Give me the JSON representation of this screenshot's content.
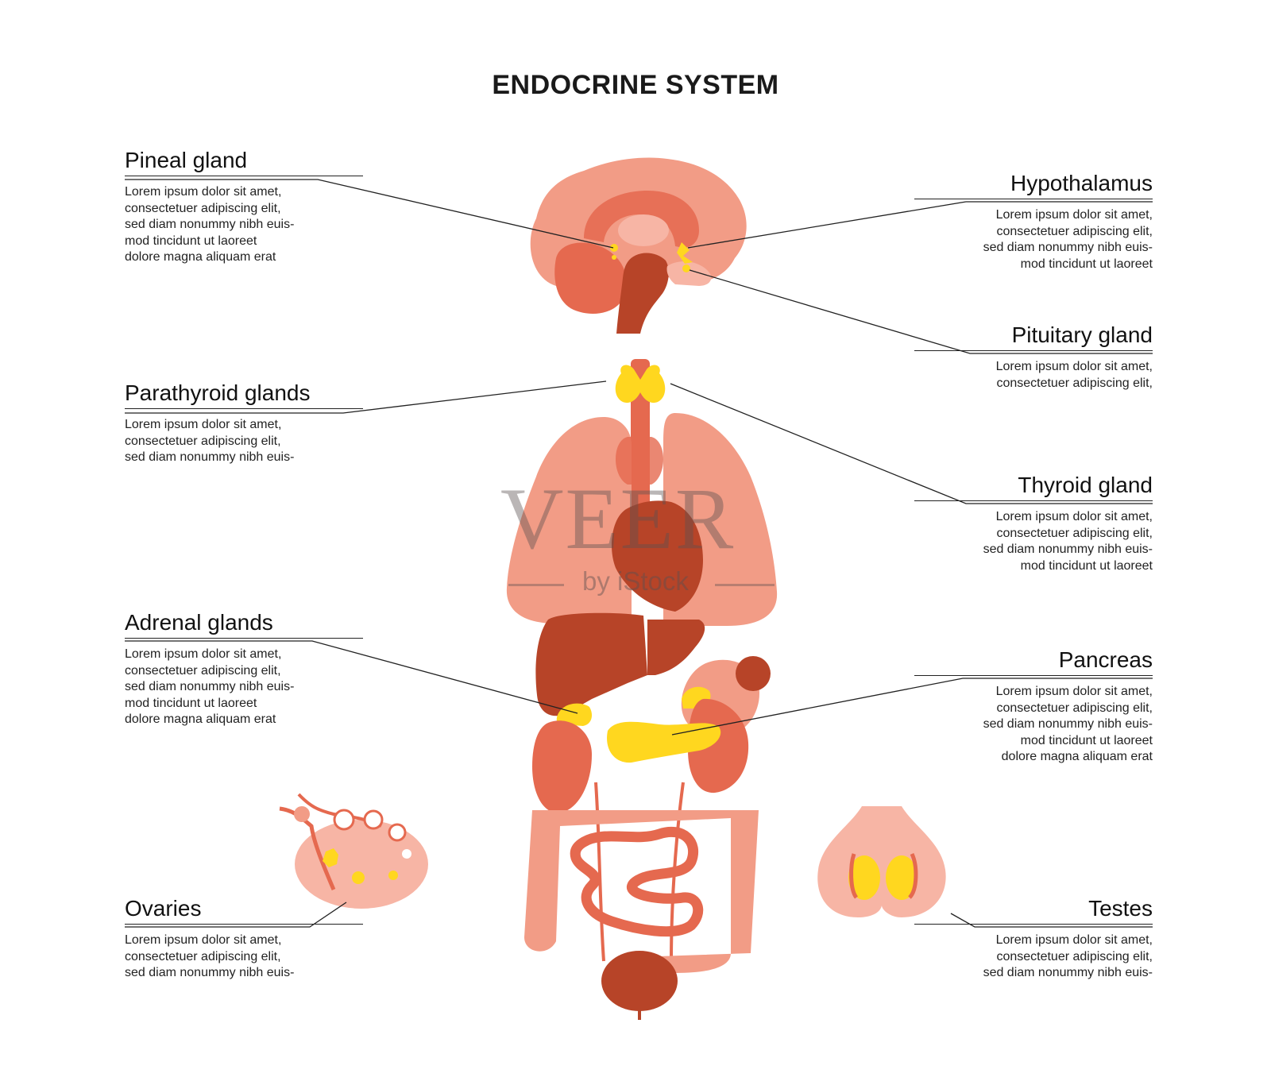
{
  "title": "ENDOCRINE SYSTEM",
  "labels": {
    "pineal": {
      "name": "Pineal gland",
      "text": "Lorem ipsum dolor sit amet,\nconsectetuer adipiscing elit,\nsed diam nonummy nibh euis-\nmod tincidunt ut laoreet\ndolore magna aliquam erat"
    },
    "parathyroid": {
      "name": "Parathyroid glands",
      "text": "Lorem ipsum dolor sit amet,\nconsectetuer adipiscing elit,\nsed diam nonummy nibh euis-"
    },
    "adrenal": {
      "name": "Adrenal glands",
      "text": "Lorem ipsum dolor sit amet,\nconsectetuer adipiscing elit,\nsed diam nonummy nibh euis-\nmod tincidunt ut laoreet\ndolore magna aliquam erat"
    },
    "ovaries": {
      "name": "Ovaries",
      "text": "Lorem ipsum dolor sit amet,\nconsectetuer adipiscing elit,\nsed diam nonummy nibh euis-"
    },
    "hypothalamus": {
      "name": "Hypothalamus",
      "text": "Lorem ipsum dolor sit amet,\nconsectetuer adipiscing elit,\nsed diam nonummy nibh euis-\nmod tincidunt ut laoreet"
    },
    "pituitary": {
      "name": "Pituitary gland",
      "text": "Lorem ipsum dolor sit amet,\nconsectetuer adipiscing elit,"
    },
    "thyroid": {
      "name": "Thyroid gland",
      "text": "Lorem ipsum dolor sit amet,\nconsectetuer adipiscing elit,\nsed diam nonummy nibh euis-\nmod tincidunt ut laoreet"
    },
    "pancreas": {
      "name": "Pancreas",
      "text": "Lorem ipsum dolor sit amet,\nconsectetuer adipiscing elit,\nsed diam nonummy nibh euis-\nmod tincidunt ut laoreet\ndolore magna aliquam erat"
    },
    "testes": {
      "name": "Testes",
      "text": "Lorem ipsum dolor sit amet,\nconsectetuer adipiscing elit,\nsed diam nonummy nibh euis-"
    }
  },
  "watermark": {
    "brand": "VEER",
    "sub": "by iStock"
  },
  "colors": {
    "organ_light": "#F29C86",
    "organ_mid": "#E5694F",
    "organ_dark": "#B74428",
    "organ_pale": "#F7B5A5",
    "gland": "#FFD71F",
    "leader_line": "#222222"
  }
}
